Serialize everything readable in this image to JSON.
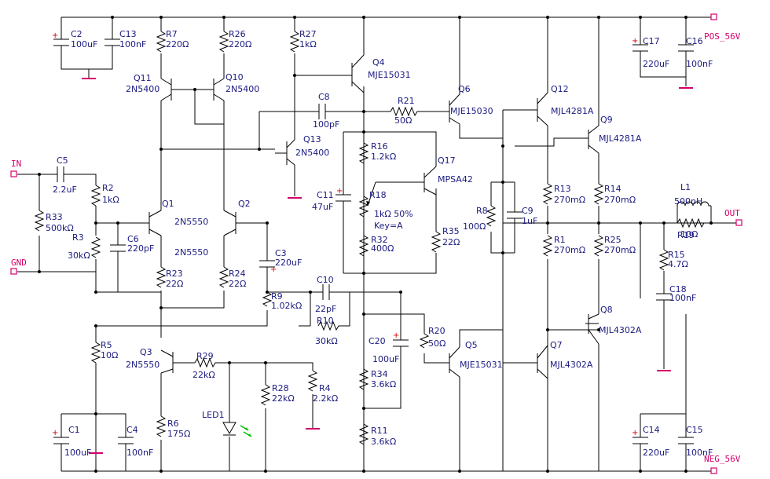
{
  "ports": {
    "in": "IN",
    "gnd": "GND",
    "out": "OUT",
    "pos": "POS_56V",
    "neg": "NEG_56V"
  },
  "polarity": {
    "plus": "+"
  },
  "components": [
    {
      "ref": "C2",
      "val": "100uF"
    },
    {
      "ref": "C13",
      "val": "100nF"
    },
    {
      "ref": "R7",
      "val": "220Ω"
    },
    {
      "ref": "R26",
      "val": "220Ω"
    },
    {
      "ref": "R27",
      "val": "1kΩ"
    },
    {
      "ref": "Q4",
      "val": "MJE15031"
    },
    {
      "ref": "Q11",
      "val": "2N5400"
    },
    {
      "ref": "Q10",
      "val": "2N5400"
    },
    {
      "ref": "C8",
      "val": "100pF"
    },
    {
      "ref": "R21",
      "val": "50Ω"
    },
    {
      "ref": "Q6",
      "val": "MJE15030"
    },
    {
      "ref": "Q12",
      "val": "MJL4281A"
    },
    {
      "ref": "Q9",
      "val": "MJL4281A"
    },
    {
      "ref": "C17",
      "val": "220uF"
    },
    {
      "ref": "C16",
      "val": "100nF"
    },
    {
      "ref": "Q13",
      "val": "2N5400"
    },
    {
      "ref": "R16",
      "val": "1.2kΩ"
    },
    {
      "ref": "Q17",
      "val": "MPSA42"
    },
    {
      "ref": "C5",
      "val": "2.2uF"
    },
    {
      "ref": "R2",
      "val": "1kΩ"
    },
    {
      "ref": "C11",
      "val": "47uF"
    },
    {
      "ref": "R18",
      "val": "1kΩ  50%"
    },
    {
      "ref": "R13",
      "val": "270mΩ"
    },
    {
      "ref": "R14",
      "val": "270mΩ"
    },
    {
      "ref": "L1",
      "val": "500nH"
    },
    {
      "ref": "R33",
      "val": "500kΩ"
    },
    {
      "ref": "Q1",
      "val": "2N5550"
    },
    {
      "ref": "Q2",
      "val": "2N5550"
    },
    {
      "ref": "R8",
      "val": "100Ω"
    },
    {
      "ref": "C9",
      "val": "1uF"
    },
    {
      "ref": "R19",
      "val": "10Ω"
    },
    {
      "ref": "R3",
      "val": "30kΩ"
    },
    {
      "ref": "C6",
      "val": "220pF"
    },
    {
      "ref": "R32",
      "val": "400Ω"
    },
    {
      "ref": "R35",
      "val": "22Ω"
    },
    {
      "ref": "R1",
      "val": "270mΩ"
    },
    {
      "ref": "R25",
      "val": "270mΩ"
    },
    {
      "ref": "R15",
      "val": "4.7Ω"
    },
    {
      "ref": "C3",
      "val": "220uF"
    },
    {
      "ref": "R23",
      "val": "22Ω"
    },
    {
      "ref": "R24",
      "val": "22Ω"
    },
    {
      "ref": "C10",
      "val": "22pF"
    },
    {
      "ref": "C18",
      "val": "100nF"
    },
    {
      "ref": "R9",
      "val": "1.02kΩ"
    },
    {
      "ref": "R10",
      "val": "30kΩ"
    },
    {
      "ref": "Q8",
      "val": "MJL4302A"
    },
    {
      "ref": "R5",
      "val": "10Ω"
    },
    {
      "ref": "R20",
      "val": "50Ω"
    },
    {
      "ref": "C20",
      "val": "100uF"
    },
    {
      "ref": "Q3",
      "val": "2N5550"
    },
    {
      "ref": "R29",
      "val": "22kΩ"
    },
    {
      "ref": "Q5",
      "val": "MJE15031"
    },
    {
      "ref": "Q7",
      "val": "MJL4302A"
    },
    {
      "ref": "R34",
      "val": "3.6kΩ"
    },
    {
      "ref": "R28",
      "val": "22kΩ"
    },
    {
      "ref": "R4",
      "val": "2.2kΩ"
    },
    {
      "ref": "LED1",
      "val": ""
    },
    {
      "ref": "R6",
      "val": "175Ω"
    },
    {
      "ref": "C1",
      "val": "100uF"
    },
    {
      "ref": "C4",
      "val": "100nF"
    },
    {
      "ref": "R11",
      "val": "3.6kΩ"
    },
    {
      "ref": "C14",
      "val": "220uF"
    },
    {
      "ref": "C15",
      "val": "100nF"
    }
  ],
  "extra_labels": {
    "q1_part": "2N5550",
    "q2_part": "2N5550",
    "r18_key": "Key=A"
  }
}
